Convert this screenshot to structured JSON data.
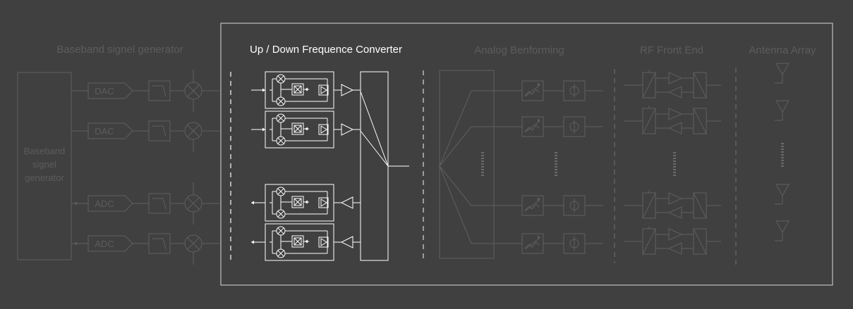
{
  "colors": {
    "background": "#404040",
    "dim": "#5f5f5f",
    "dim_text": "#5c5c5c",
    "bright": "#ffffff"
  },
  "sections": {
    "baseband": "Baseband signel generator",
    "converter": "Up / Down Frequence Converter",
    "beamforming": "Analog Benforming",
    "rf_front_end": "RF Front End",
    "antenna": "Antenna Array"
  },
  "baseband_block": {
    "lines": [
      "Baseband",
      "signel",
      "generator"
    ]
  },
  "converters": [
    "DAC",
    "DAC",
    "ADC",
    "ADC"
  ],
  "icons": {
    "filter": "lowpass-filter-icon",
    "mixer": "mixer-icon",
    "amplifier": "amplifier-icon",
    "phase_shifter": "phase-shifter-icon",
    "attenuator": "attenuator-icon",
    "antenna": "antenna-icon"
  }
}
